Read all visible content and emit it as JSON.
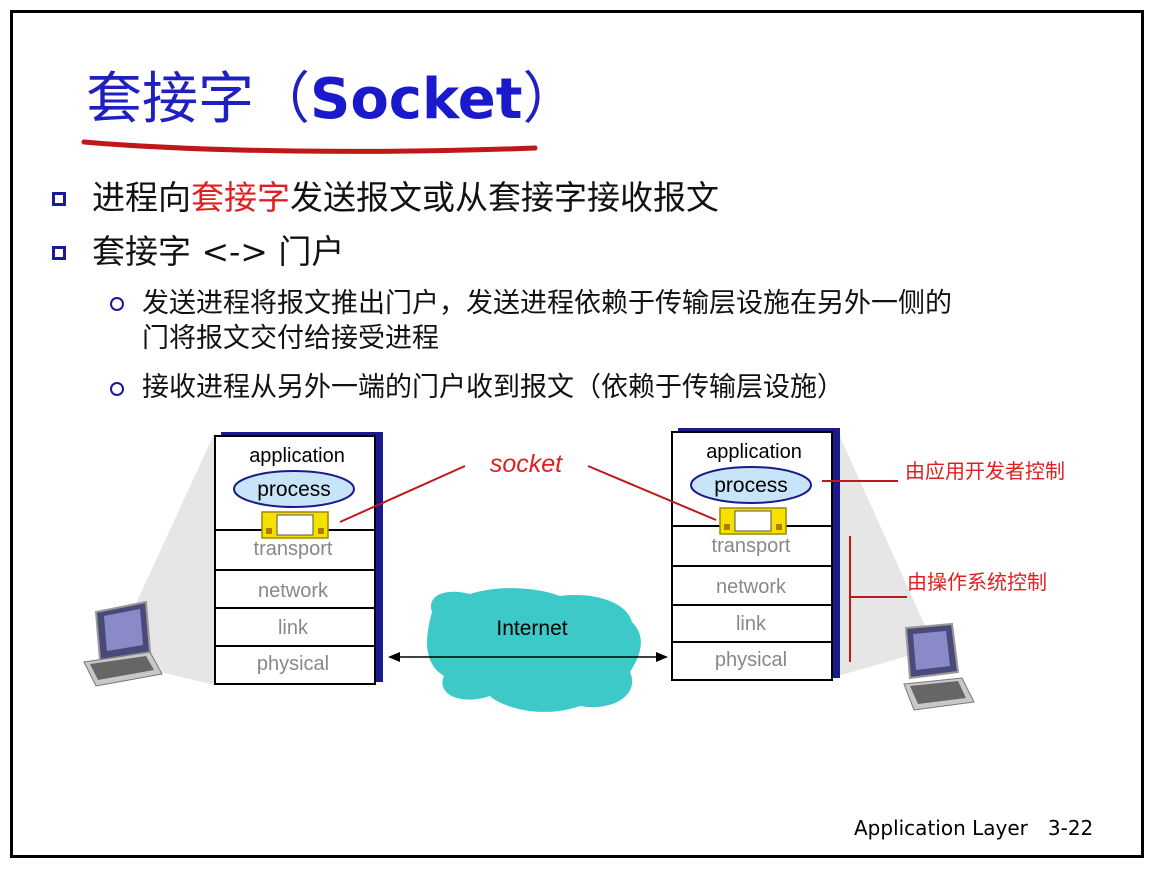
{
  "slide": {
    "title_cjk": "套接字（",
    "title_latin": "Socket",
    "title_close": "）"
  },
  "bullets": [
    {
      "pre": "进程向",
      "highlight": "套接字",
      "post": "发送报文或从套接字接收报文"
    },
    {
      "text": "套接字 <-> 门户"
    }
  ],
  "sub_bullets": [
    {
      "line1": "发送进程将报文推出门户，发送进程依赖于传输层设施在另外一侧的",
      "line2": "门将报文交付给接受进程"
    },
    {
      "line1": "接收进程从另外一端的门户收到报文（依赖于传输层设施）"
    }
  ],
  "diagram": {
    "left_stack": {
      "application": "application",
      "process": "process",
      "transport": "transport",
      "network": "network",
      "link": "link",
      "physical": "physical"
    },
    "right_stack": {
      "application": "application",
      "process": "process",
      "transport": "transport",
      "network": "network",
      "link": "link",
      "physical": "physical"
    },
    "socket_label": "socket",
    "internet_label": "Internet",
    "annotation_app": "由应用开发者控制",
    "annotation_os": "由操作系统控制",
    "colors": {
      "socket": "#f5e000",
      "cloud": "#3ec9c9",
      "stack_shadow": "#1a1a8c",
      "red": "#e02020"
    }
  },
  "footer": {
    "label": "Application Layer",
    "page": "3-22"
  }
}
